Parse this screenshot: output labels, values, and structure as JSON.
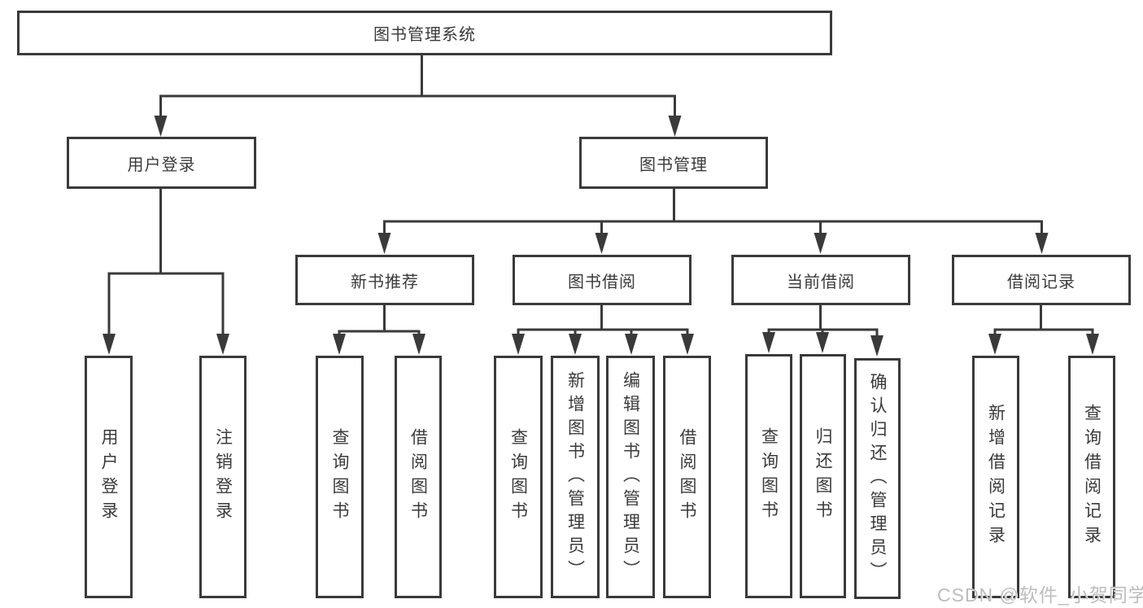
{
  "diagram": {
    "root": {
      "label": "图书管理系统",
      "children": [
        {
          "label": "用户登录",
          "children": [
            {
              "label": "用户登录"
            },
            {
              "label": "注销登录"
            }
          ]
        },
        {
          "label": "图书管理",
          "children": [
            {
              "label": "新书推荐",
              "children": [
                {
                  "label": "查询图书"
                },
                {
                  "label": "借阅图书"
                }
              ]
            },
            {
              "label": "图书借阅",
              "children": [
                {
                  "label": "查询图书"
                },
                {
                  "label": "新增图书（管理员）"
                },
                {
                  "label": "编辑图书（管理员）"
                },
                {
                  "label": "借阅图书"
                }
              ]
            },
            {
              "label": "当前借阅",
              "children": [
                {
                  "label": "查询图书"
                },
                {
                  "label": "归还图书"
                },
                {
                  "label": "确认归还（管理员）"
                }
              ]
            },
            {
              "label": "借阅记录",
              "children": [
                {
                  "label": "新增借阅记录"
                },
                {
                  "label": "查询借阅记录"
                }
              ]
            }
          ]
        }
      ]
    }
  },
  "watermark": {
    "text": "CSDN @软件_小贺同学"
  },
  "colors": {
    "line": "#3a3a3a",
    "text": "#3a3a3a",
    "box_background": "#ffffff",
    "page_background": "#ffffff",
    "watermark": "#bdbdbd"
  }
}
